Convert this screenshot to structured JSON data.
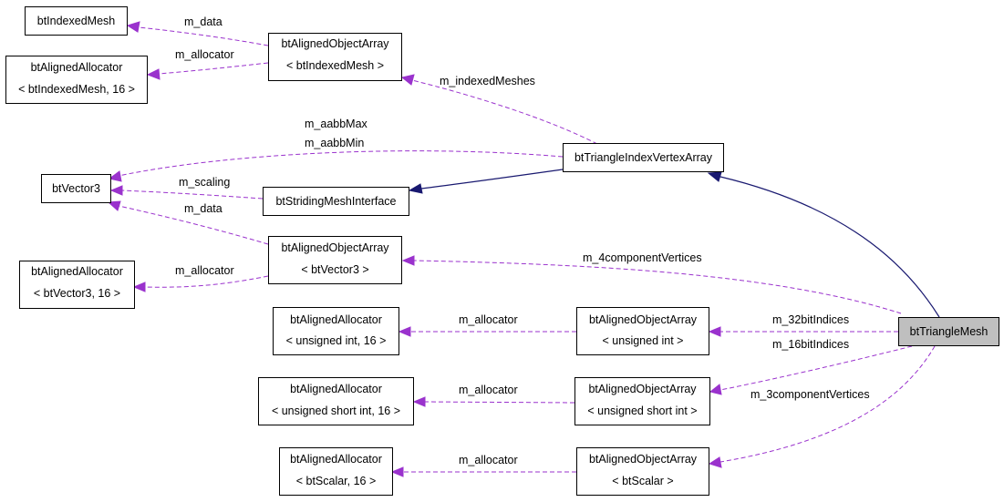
{
  "nodes": {
    "btIndexedMesh": {
      "line1": "btIndexedMesh"
    },
    "aoa_indexedMesh": {
      "line1": "btAlignedObjectArray",
      "line2": "< btIndexedMesh >"
    },
    "alloc_indexedMesh": {
      "line1": "btAlignedAllocator",
      "line2": "< btIndexedMesh, 16 >"
    },
    "btVector3": {
      "line1": "btVector3"
    },
    "btTriangleIndexVertexArray": {
      "line1": "btTriangleIndexVertexArray"
    },
    "btStridingMeshInterface": {
      "line1": "btStridingMeshInterface"
    },
    "aoa_vector3": {
      "line1": "btAlignedObjectArray",
      "line2": "< btVector3 >"
    },
    "alloc_vector3": {
      "line1": "btAlignedAllocator",
      "line2": "< btVector3, 16 >"
    },
    "alloc_uint": {
      "line1": "btAlignedAllocator",
      "line2": "< unsigned int, 16 >"
    },
    "aoa_uint": {
      "line1": "btAlignedObjectArray",
      "line2": "< unsigned int >"
    },
    "btTriangleMesh": {
      "line1": "btTriangleMesh"
    },
    "alloc_ushort": {
      "line1": "btAlignedAllocator",
      "line2": "< unsigned short int, 16 >"
    },
    "aoa_ushort": {
      "line1": "btAlignedObjectArray",
      "line2": "< unsigned short int >"
    },
    "alloc_scalar": {
      "line1": "btAlignedAllocator",
      "line2": "< btScalar, 16 >"
    },
    "aoa_scalar": {
      "line1": "btAlignedObjectArray",
      "line2": "< btScalar >"
    }
  },
  "edge_labels": {
    "m_data_indexedmesh": "m_data",
    "m_allocator_indexedmesh": "m_allocator",
    "m_indexedMeshes": "m_indexedMeshes",
    "m_aabbMax": "m_aabbMax",
    "m_aabbMin": "m_aabbMin",
    "m_scaling": "m_scaling",
    "m_data_vector3": "m_data",
    "m_allocator_vector3": "m_allocator",
    "m_4componentVertices": "m_4componentVertices",
    "m_allocator_uint": "m_allocator",
    "m_32bitIndices": "m_32bitIndices",
    "m_16bitIndices": "m_16bitIndices",
    "m_allocator_ushort": "m_allocator",
    "m_3componentVertices": "m_3componentVertices",
    "m_allocator_scalar": "m_allocator"
  },
  "colors": {
    "usage_edge": "#9a32cd",
    "inheritance_edge": "#191970",
    "focus_node_fill": "#bfbfbf"
  }
}
